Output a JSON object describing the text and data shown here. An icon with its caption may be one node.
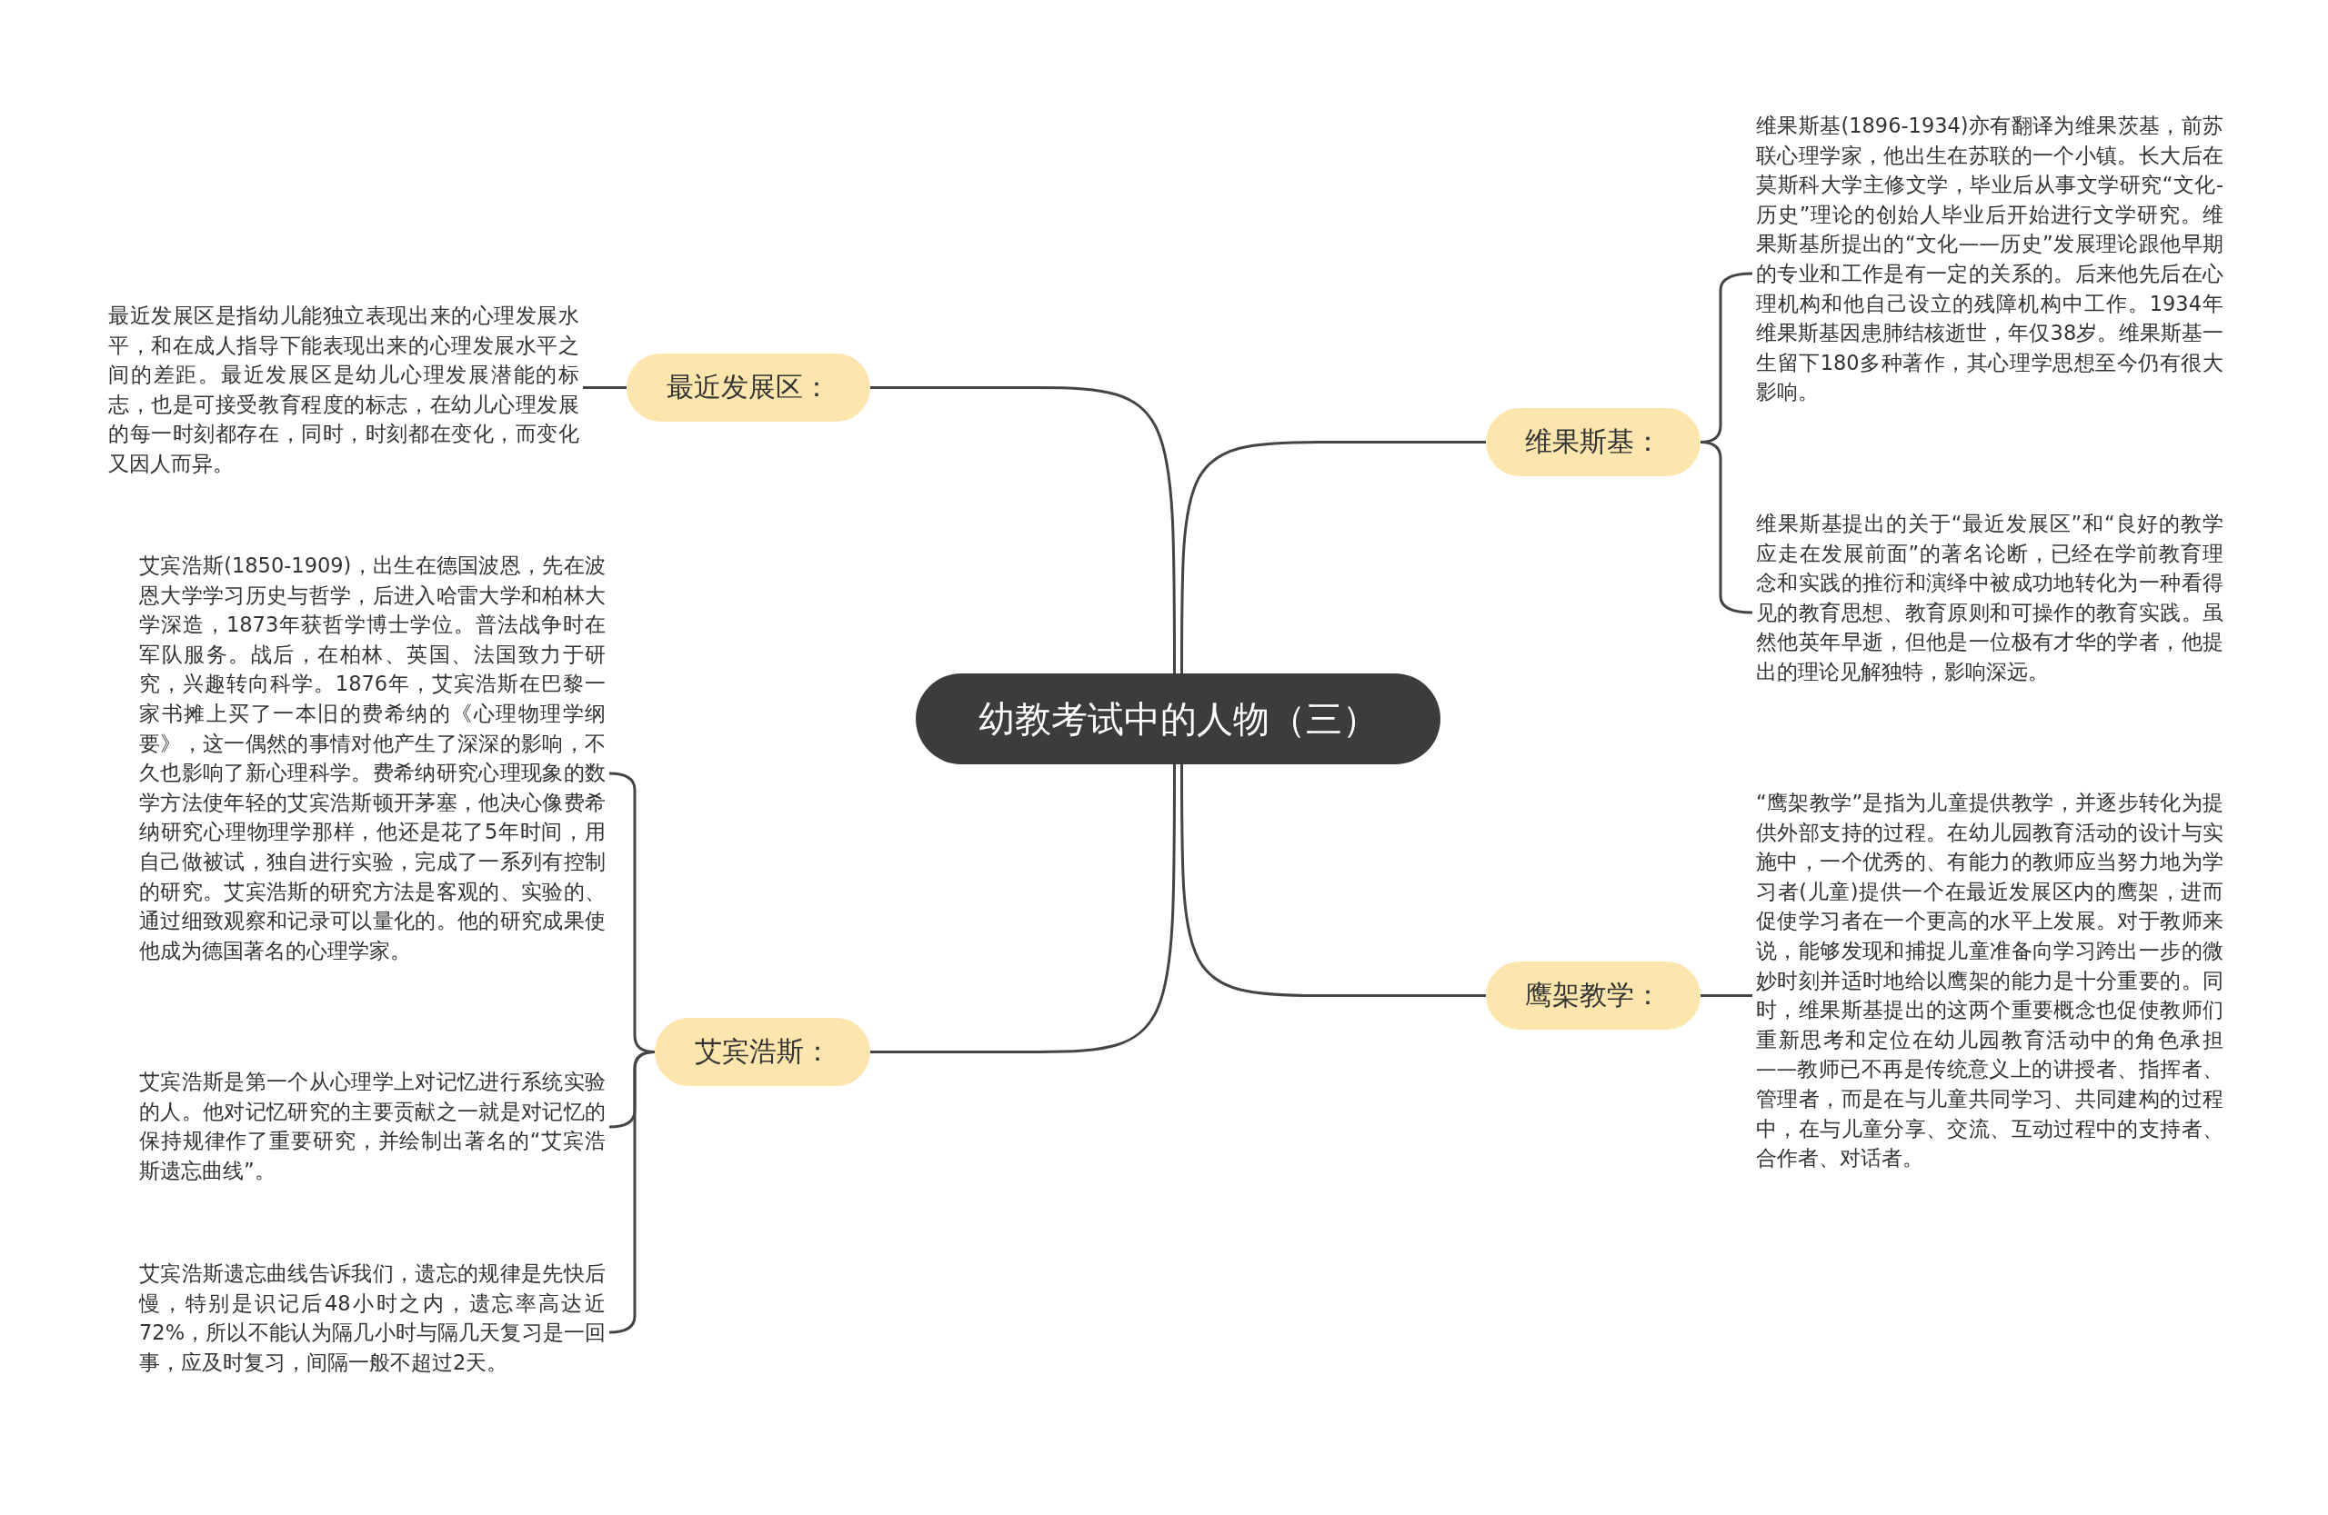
{
  "diagram": {
    "nodes": [
      {
        "text": [
          "幼教考试中的人物（三）"
        ]
      },
      {
        "text": [
          "最近发展区："
        ]
      },
      {
        "text": [
          "最近发展区是指幼儿能独立表现出来的心理发展水平，和在成人指导下能表现出来的心理发展水平之间的差距。最近发展区是幼儿心理发展潜能的标志，也是可接受教育程度的标志，在幼儿心理发展的每一时刻都存在，同时，时刻都在变化，而变化又因人而异。"
        ]
      },
      {
        "text": [
          "艾宾浩斯："
        ]
      },
      {
        "text": [
          "艾宾浩斯(1850-1909)，出生在德国波恩，先在波恩大学学习历史与哲学，后进入哈雷大学和柏林大学深造，1873年获哲学博士学位。普法战争时在军队服务。战后，在柏林、英国、法国致力于研究，兴趣转向科学。1876年，艾宾浩斯在巴黎一家书摊上买了一本旧的费希纳的《心理物理学纲要》，这一偶然的事情对他产生了深深的影响，不久也影响了新心理科学。费希纳研究心理现象的数学方法使年轻的艾宾浩斯顿开茅塞，他决心像费希纳研究心理物理学那样，他还是花了5年时间，用自己做被试，独自进行实验，完成了一系列有控制的研究。艾宾浩斯的研究方法是客观的、实验的、通过细致观察和记录可以量化的。他的研究成果使他成为德国著名的心理学家。"
        ]
      },
      {
        "text": [
          "艾宾浩斯是第一个从心理学上对记忆进行系统实验的人。他对记忆研究的主要贡献之一就是对记忆的保持规律作了重要研究，并绘制出著名的“艾宾浩斯遗忘曲线”。"
        ]
      },
      {
        "text": [
          "艾宾浩斯遗忘曲线告诉我们，遗忘的规律是先快后慢，特别是识记后48小时之内，遗忘率高达近72%，所以不能认为隔几小时与隔几天复习是一回事，应及时复习，间隔一般不超过2天。"
        ]
      },
      {
        "text": [
          "维果斯基："
        ]
      },
      {
        "text": [
          "维果斯基(1896-1934)亦有翻译为维果茨基，前苏联心理学家，他出生在苏联的一个小镇。长大后在莫斯科大学主修文学，毕业后从事文学研究“文化-历史”理论的创始人毕业后开始进行文学研究。维果斯基所提出的“文化——历史”发展理论跟他早期的专业和工作是有一定的关系的。后来他先后在心理机构和他自己设立的残障机构中工作。1934年维果斯基因患肺结核逝世，年仅38岁。维果斯基一生留下180多种著作，其心理学思想至今仍有很大影响。"
        ]
      },
      {
        "text": [
          "维果斯基提出的关于“最近发展区”和“良好的教学应走在发展前面”的著名论断，已经在学前教育理念和实践的推衍和演绎中被成功地转化为一种看得见的教育思想、教育原则和可操作的教育实践。虽然他英年早逝，但他是一位极有才华的学者，他提出的理论见解独特，影响深远。"
        ]
      },
      {
        "text": [
          "鹰架教学："
        ]
      },
      {
        "text": [
          "“鹰架教学”是指为儿童提供教学，并逐步转化为提供外部支持的过程。在幼儿园教育活动的设计与实施中，一个优秀的、有能力的教师应当努力地为学习者(儿童)提供一个在最近发展区内的鹰架，进而促使学习者在一个更高的水平上发展。对于教师来说，能够发现和捕捉儿童准备向学习跨出一步的微妙时刻并适时地给以鹰架的能力是十分重要的。同时，维果斯基提出的这两个重要概念也促使教师们重新思考和定位在幼儿园教育活动中的角色承担——教师已不再是传统意义上的讲授者、指挥者、管理者，而是在与儿童共同学习、共同建构的过程中，在与儿童分享、交流、互动过程中的支持者、合作者、对话者。"
        ]
      }
    ],
    "edges": [
      {
        "from": 0,
        "to": 1,
        "arrow": "none"
      },
      {
        "from": 0,
        "to": 3,
        "arrow": "none"
      },
      {
        "from": 0,
        "to": 7,
        "arrow": "none"
      },
      {
        "from": 0,
        "to": 10,
        "arrow": "none"
      },
      {
        "from": 1,
        "to": 2,
        "arrow": "none"
      },
      {
        "from": 3,
        "to": 4,
        "arrow": "none"
      },
      {
        "from": 3,
        "to": 5,
        "arrow": "none"
      },
      {
        "from": 3,
        "to": 6,
        "arrow": "none"
      },
      {
        "from": 7,
        "to": 8,
        "arrow": "none"
      },
      {
        "from": 7,
        "to": 9,
        "arrow": "none"
      },
      {
        "from": 10,
        "to": 11,
        "arrow": "none"
      }
    ]
  }
}
